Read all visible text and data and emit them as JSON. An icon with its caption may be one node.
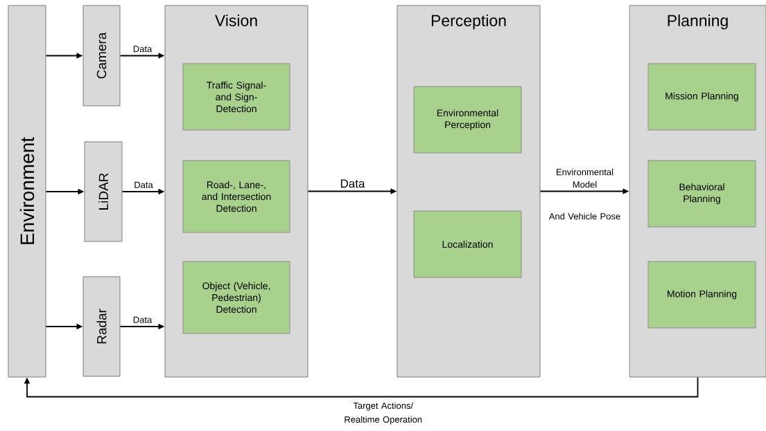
{
  "diagram": {
    "nodes": [
      {
        "text": [
          "Environment"
        ]
      },
      {
        "text": [
          "Camera"
        ]
      },
      {
        "text": [
          "LiDAR"
        ]
      },
      {
        "text": [
          "Radar"
        ]
      },
      {
        "text": [
          "Vision"
        ]
      },
      {
        "text": [
          "Traffic Signal- and Sign- Detection"
        ],
        "in": 4
      },
      {
        "text": [
          "Road-, Lane-, and Intersection Detection"
        ],
        "in": 4
      },
      {
        "text": [
          "Object (Vehicle, Pedestrian) Detection"
        ],
        "in": 4
      },
      {
        "text": [
          "Perception"
        ]
      },
      {
        "text": [
          "Environmental Perception"
        ],
        "in": 8
      },
      {
        "text": [
          "Localization"
        ],
        "in": 8
      },
      {
        "text": [
          "Planning"
        ]
      },
      {
        "text": [
          "Mission Planning"
        ],
        "in": 11
      },
      {
        "text": [
          "Behavioral Planning"
        ],
        "in": 11
      },
      {
        "text": [
          "Motion Planning"
        ],
        "in": 11
      }
    ],
    "edges": [
      {
        "from": 0,
        "to": 1,
        "arrow": "to"
      },
      {
        "from": 0,
        "to": 2,
        "arrow": "to"
      },
      {
        "from": 0,
        "to": 3,
        "arrow": "to"
      },
      {
        "from": 1,
        "to": 4,
        "arrow": "to",
        "label": "Data"
      },
      {
        "from": 2,
        "to": 4,
        "arrow": "to",
        "label": "Data"
      },
      {
        "from": 3,
        "to": 4,
        "arrow": "to",
        "label": "Data"
      },
      {
        "from": 4,
        "to": 8,
        "arrow": "to",
        "label": "Data"
      },
      {
        "from": 8,
        "to": 11,
        "arrow": "to",
        "label": "Environmental Model"
      },
      {
        "from": 11,
        "to": 0,
        "arrow": "to",
        "label": "Target Actions/ Realtime Operation"
      }
    ],
    "labels": [
      "And Vehicle Pose"
    ]
  }
}
